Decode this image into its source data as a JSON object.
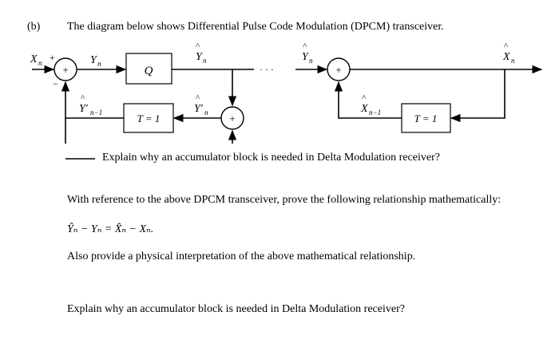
{
  "question_label": "(b)",
  "intro": "The diagram below shows Differential Pulse Code Modulation (DPCM) transceiver.",
  "diagram": {
    "quantizer": "Q",
    "delay_tx": "T = 1",
    "delay_rx": "T = 1",
    "sum_symbol": "+",
    "plus_sign": "+",
    "minus_sign": "−",
    "ellipsis": "· · ·",
    "labels": {
      "x_in": "X",
      "x_in_sub": "n",
      "y_n": "Y",
      "y_n_sub": "n",
      "yhat_n": "Y",
      "yhat_n_sub": "n",
      "yhat_prev_tx": "Y′",
      "yhat_prev_tx_sub": "n−1",
      "yhat_prime_n": "Y′",
      "yhat_prime_n_sub": "n",
      "yhat_rx_in": "Y",
      "yhat_rx_in_sub": "n",
      "xhat_prev": "X",
      "xhat_prev_sub": "n−1",
      "xhat_out": "X",
      "xhat_out_sub": "n"
    },
    "overlay_text": "Explain why an accumulator block is needed in Delta Modulation receiver?"
  },
  "prompt_relationship": "With reference to the above DPCM transceiver, prove the following relationship mathematically:",
  "equation": "Ŷₙ − Yₙ = X̂ₙ − Xₙ.",
  "prompt_interpretation": "Also provide a physical interpretation of the above mathematical relationship.",
  "prompt_accumulator": "Explain why an accumulator block is needed in Delta Modulation receiver?"
}
